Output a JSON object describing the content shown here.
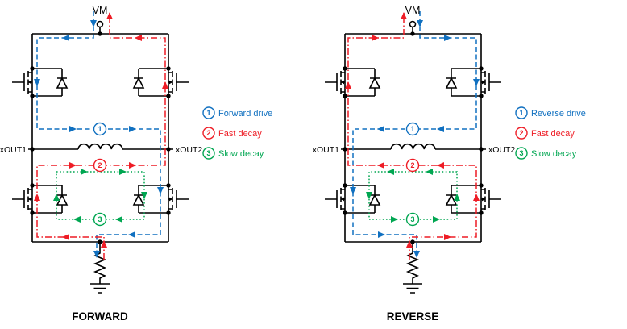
{
  "colors": {
    "drive": "#1070C0",
    "fast": "#EE1C25",
    "slow": "#00A651"
  },
  "diagrams": [
    {
      "vm_label": "VM",
      "out1_label": "xOUT1",
      "out2_label": "xOUT2",
      "caption": "FORWARD",
      "legend": [
        {
          "num": "1",
          "label": "Forward drive"
        },
        {
          "num": "2",
          "label": "Fast decay"
        },
        {
          "num": "3",
          "label": "Slow decay"
        }
      ]
    },
    {
      "vm_label": "VM",
      "out1_label": "xOUT1",
      "out2_label": "xOUT2",
      "caption": "REVERSE",
      "legend": [
        {
          "num": "1",
          "label": "Reverse drive"
        },
        {
          "num": "2",
          "label": "Fast decay"
        },
        {
          "num": "3",
          "label": "Slow decay"
        }
      ]
    }
  ]
}
